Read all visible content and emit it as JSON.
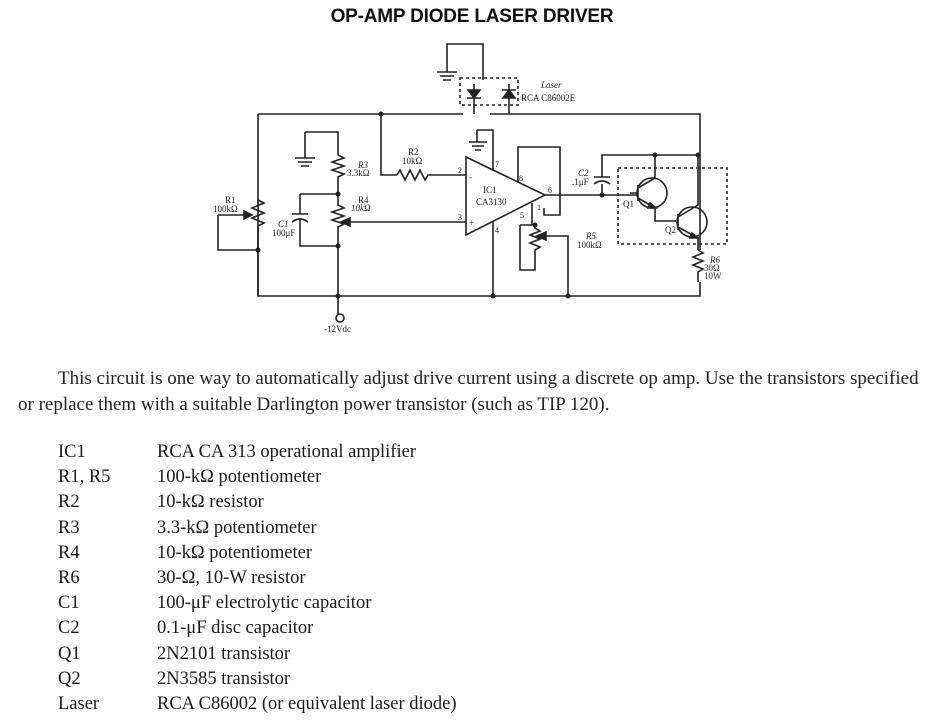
{
  "title": "OP-AMP DIODE LASER DRIVER",
  "schematic": {
    "laser_label": "Laser",
    "laser_part": "RCA C86002E",
    "r1": "R1",
    "r1_val": "100kΩ",
    "r2": "R2",
    "r2_val": "10kΩ",
    "r3": "R3",
    "r3_val": "3.3kΩ",
    "r4": "R4",
    "r4_val": "10kΩ",
    "r5": "R5",
    "r5_val": "100kΩ",
    "r6": "R6",
    "r6_val": "30Ω",
    "r6_watt": "10W",
    "c1": "C1",
    "c1_val": "100μF",
    "c2": "C2",
    "c2_val": ".1μF",
    "ic_name": "IC1",
    "ic_part": "CA3130",
    "pins": [
      "2",
      "3",
      "7",
      "8",
      "6",
      "1",
      "5",
      "4"
    ],
    "q1": "Q1",
    "q2": "Q2",
    "supply": "-12Vdc"
  },
  "description": "This circuit is one way to automatically adjust drive current using a discrete op amp. Use the transistors specified or replace them with a suitable Darlington power transistor (such as TIP 120).",
  "parts": [
    {
      "ref": "IC1",
      "desc": "RCA CA 313 operational amplifier"
    },
    {
      "ref": "R1, R5",
      "desc": "100-kΩ potentiometer"
    },
    {
      "ref": "R2",
      "desc": "10-kΩ resistor"
    },
    {
      "ref": "R3",
      "desc": "3.3-kΩ potentiometer"
    },
    {
      "ref": "R4",
      "desc": "10-kΩ potentiometer"
    },
    {
      "ref": "R6",
      "desc": "30-Ω, 10-W resistor"
    },
    {
      "ref": "C1",
      "desc": "100-μF electrolytic capacitor"
    },
    {
      "ref": "C2",
      "desc": "0.1-μF disc capacitor"
    },
    {
      "ref": "Q1",
      "desc": "2N2101 transistor"
    },
    {
      "ref": "Q2",
      "desc": "2N3585 transistor"
    },
    {
      "ref": "Laser",
      "desc": "RCA C86002 (or equivalent laser diode)"
    }
  ]
}
